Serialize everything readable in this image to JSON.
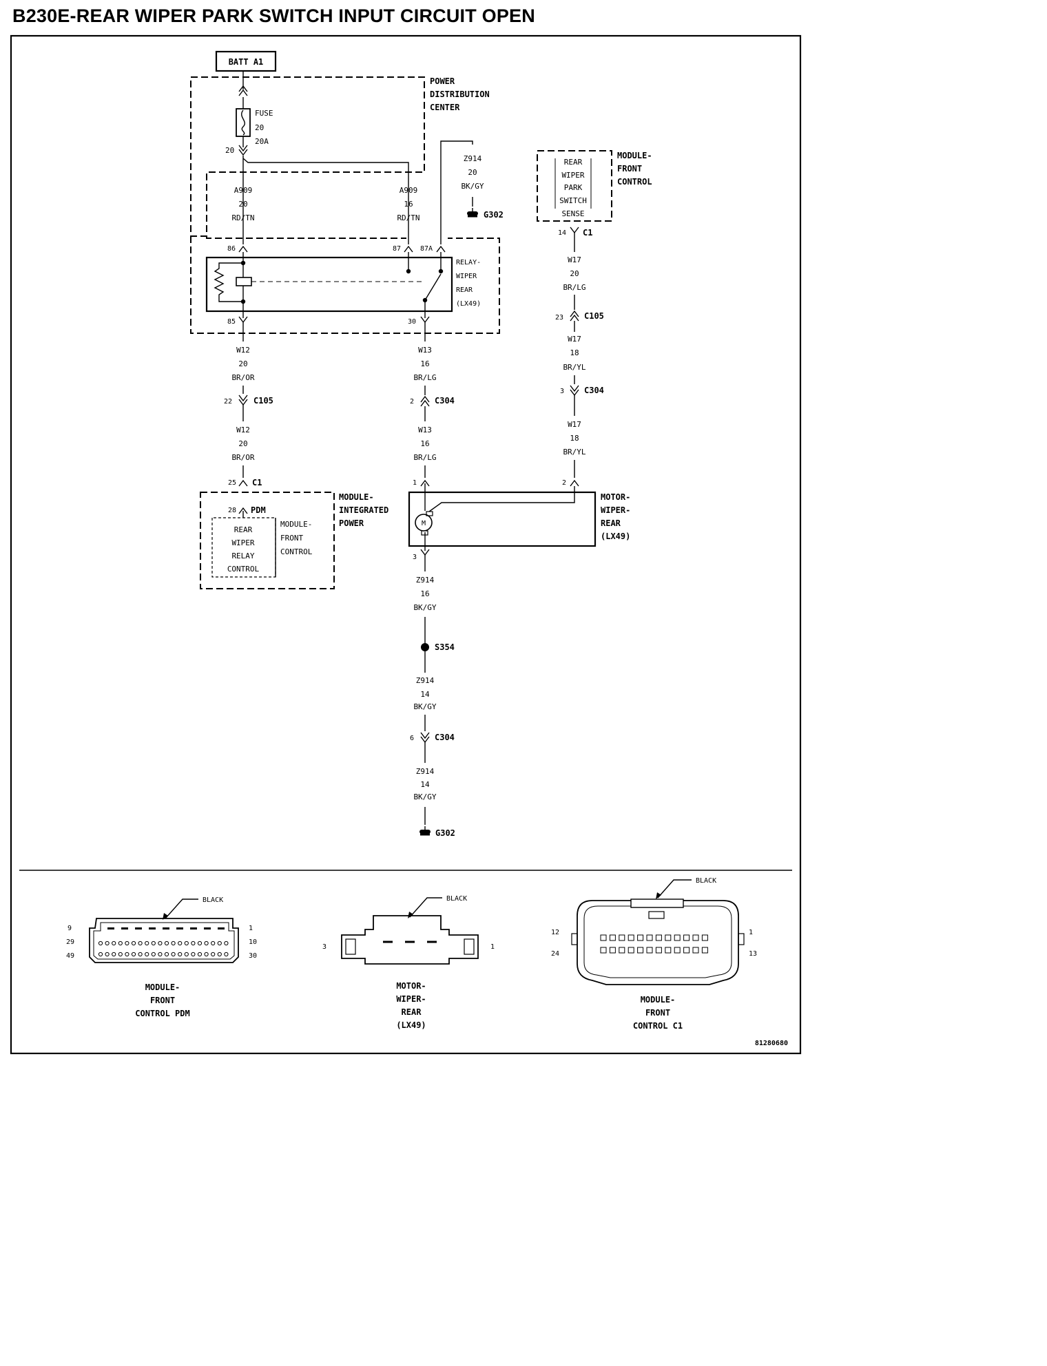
{
  "title": "B230E-REAR WIPER PARK SWITCH INPUT CIRCUIT OPEN",
  "figure_id": "81280680",
  "batt": "BATT A1",
  "pdc": {
    "line1": "POWER",
    "line2": "DISTRIBUTION",
    "line3": "CENTER"
  },
  "fuse": {
    "label": "FUSE",
    "number": "20",
    "rating": "20A",
    "pin": "20"
  },
  "a909_left": {
    "circuit": "A909",
    "gauge": "20",
    "color": "RD/TN"
  },
  "a909_right": {
    "circuit": "A909",
    "gauge": "16",
    "color": "RD/TN"
  },
  "z914_top": {
    "circuit": "Z914",
    "gauge": "20",
    "color": "BK/GY"
  },
  "g302_top": "G302",
  "relay": {
    "pin86": "86",
    "pin87": "87",
    "pin87a": "87A",
    "pin85": "85",
    "pin30": "30",
    "line1": "RELAY-",
    "line2": "WIPER",
    "line3": "REAR",
    "line4": "(LX49)"
  },
  "fcm_top": {
    "inner1": "REAR",
    "inner2": "WIPER",
    "inner3": "PARK",
    "inner4": "SWITCH",
    "inner5": "SENSE",
    "label1": "MODULE-",
    "label2": "FRONT",
    "label3": "CONTROL",
    "pin": "14",
    "connector": "C1"
  },
  "w17_a": {
    "circuit": "W17",
    "gauge": "20",
    "color": "BR/LG"
  },
  "c105_right": {
    "pin": "23",
    "name": "C105"
  },
  "w17_b": {
    "circuit": "W17",
    "gauge": "18",
    "color": "BR/YL"
  },
  "c304_right": {
    "pin": "3",
    "name": "C304"
  },
  "w17_c": {
    "circuit": "W17",
    "gauge": "18",
    "color": "BR/YL"
  },
  "w12_a": {
    "circuit": "W12",
    "gauge": "20",
    "color": "BR/OR"
  },
  "c105_left": {
    "pin": "22",
    "name": "C105"
  },
  "w12_b": {
    "circuit": "W12",
    "gauge": "20",
    "color": "BR/OR"
  },
  "w13_a": {
    "circuit": "W13",
    "gauge": "16",
    "color": "BR/LG"
  },
  "c304_mid": {
    "pin": "2",
    "name": "C304"
  },
  "w13_b": {
    "circuit": "W13",
    "gauge": "16",
    "color": "BR/LG"
  },
  "ipm": {
    "pin25": "25",
    "c1": "C1",
    "pin28": "28",
    "pdm": "PDM",
    "inner1": "REAR",
    "inner2": "WIPER",
    "inner3": "RELAY",
    "inner4": "CONTROL",
    "sub1": "MODULE-",
    "sub2": "FRONT",
    "sub3": "CONTROL",
    "label1": "MODULE-",
    "label2": "INTEGRATED",
    "label3": "POWER"
  },
  "motor": {
    "pin1": "1",
    "pin2": "2",
    "pin3": "3",
    "symbol": "M",
    "label1": "MOTOR-",
    "label2": "WIPER-",
    "label3": "REAR",
    "label4": "(LX49)"
  },
  "z914_a": {
    "circuit": "Z914",
    "gauge": "16",
    "color": "BK/GY"
  },
  "s354": "S354",
  "z914_b": {
    "circuit": "Z914",
    "gauge": "14",
    "color": "BK/GY"
  },
  "c304_bottom": {
    "pin": "6",
    "name": "C304"
  },
  "z914_c": {
    "circuit": "Z914",
    "gauge": "14",
    "color": "BK/GY"
  },
  "g302_bottom": "G302",
  "conn_pdm": {
    "color": "BLACK",
    "pin9": "9",
    "pin29": "29",
    "pin49": "49",
    "pin1": "1",
    "pin10": "10",
    "pin30": "30",
    "label1": "MODULE-",
    "label2": "FRONT",
    "label3": "CONTROL PDM"
  },
  "conn_motor": {
    "color": "BLACK",
    "pin3": "3",
    "pin1": "1",
    "label1": "MOTOR-",
    "label2": "WIPER-",
    "label3": "REAR",
    "label4": "(LX49)"
  },
  "conn_c1": {
    "color": "BLACK",
    "pin12": "12",
    "pin24": "24",
    "pin1": "1",
    "pin13": "13",
    "label1": "MODULE-",
    "label2": "FRONT",
    "label3": "CONTROL C1"
  }
}
